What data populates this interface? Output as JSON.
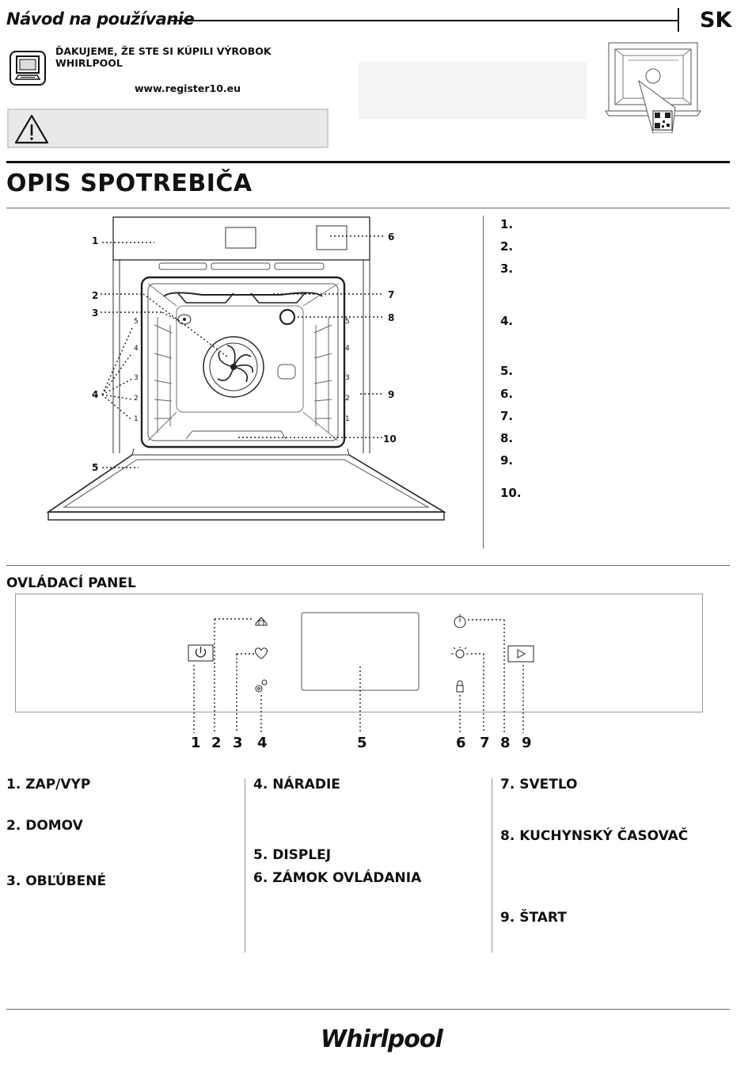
{
  "header": {
    "title": "Návod na používanie",
    "lang": "SK"
  },
  "register": {
    "thanks_l1": "ĎAKUJEME, ŽE STE SI KÚPILI VÝROBOK",
    "thanks_l2": "WHIRLPOOL",
    "url": "www.register10.eu"
  },
  "icons": {
    "monitor": "monitor-icon",
    "warning": "warning-triangle-icon",
    "qr": "qr-code-icon"
  },
  "section1": {
    "title": "OPIS SPOTREBIČA",
    "diagram_labels": {
      "c1": "1",
      "c2": "2",
      "c3": "3",
      "c4": "4",
      "c5": "5",
      "c6": "6",
      "c7": "7",
      "c8": "8",
      "c9": "9",
      "c10": "10"
    },
    "shelf_numbers": [
      "5",
      "4",
      "3",
      "2",
      "1"
    ],
    "list": [
      "1.",
      "2.",
      "3.",
      "4.",
      "5.",
      "6.",
      "7.",
      "8.",
      "9.",
      "10."
    ]
  },
  "section2": {
    "title": "OVLÁDACÍ PANEL",
    "panel_numbers": [
      "1",
      "2",
      "3",
      "4",
      "5",
      "6",
      "7",
      "8",
      "9"
    ],
    "items": {
      "i1": "1. ZAP/VYP",
      "i2": "2. DOMOV",
      "i3": "3. OBĽÚBENÉ",
      "i4": "4. NÁRADIE",
      "i5": "5. DISPLEJ",
      "i6": "6. ZÁMOK OVLÁDANIA",
      "i7": "7. SVETLO",
      "i8": "8. KUCHYNSKÝ ČASOVAČ",
      "i9": "9. ŠTART"
    }
  },
  "footer": {
    "brand": "Whirlpool"
  }
}
